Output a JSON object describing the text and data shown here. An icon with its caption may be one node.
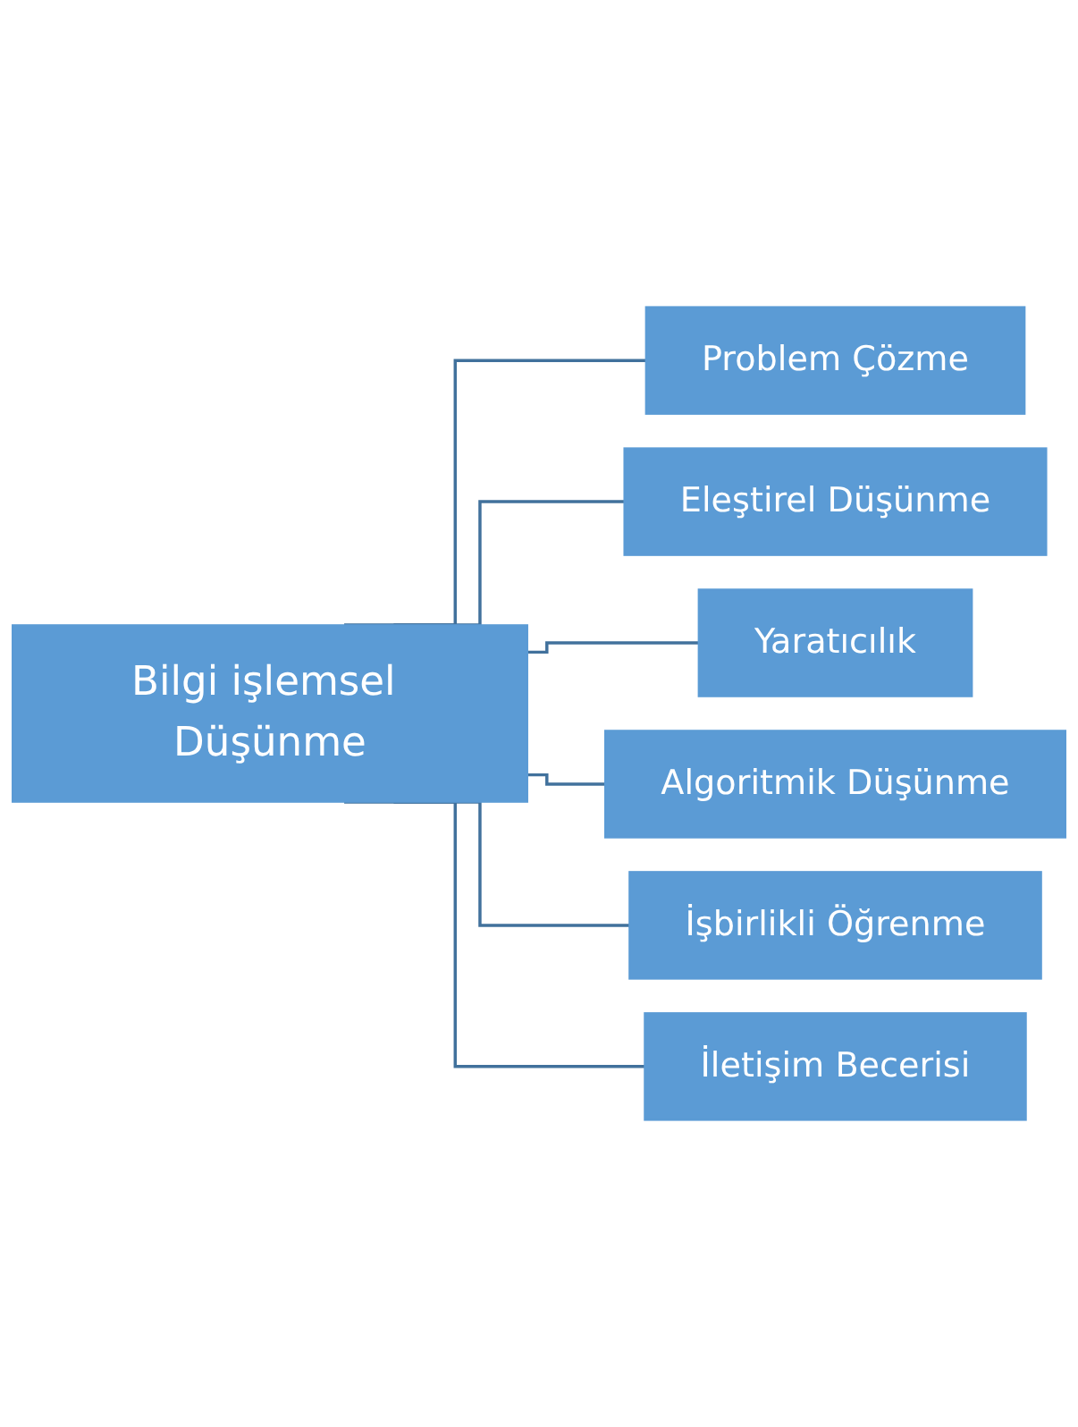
{
  "diagram": {
    "nodes": [
      {
        "text": [
          "Bilgi işlemsel Düşünme"
        ]
      },
      {
        "text": [
          "Problem Çözme"
        ]
      },
      {
        "text": [
          "Eleştirel Düşünme"
        ]
      },
      {
        "text": [
          "Yaratıcılık"
        ]
      },
      {
        "text": [
          "Algoritmik Düşünme"
        ]
      },
      {
        "text": [
          "İşbirlikli Öğrenme"
        ]
      },
      {
        "text": [
          "İletişim Becerisi"
        ]
      }
    ],
    "edges": [
      {
        "from": 0,
        "to": 1,
        "arrow": "none"
      },
      {
        "from": 0,
        "to": 2,
        "arrow": "none"
      },
      {
        "from": 0,
        "to": 3,
        "arrow": "none"
      },
      {
        "from": 0,
        "to": 4,
        "arrow": "none"
      },
      {
        "from": 0,
        "to": 5,
        "arrow": "none"
      },
      {
        "from": 0,
        "to": 6,
        "arrow": "none"
      }
    ]
  }
}
